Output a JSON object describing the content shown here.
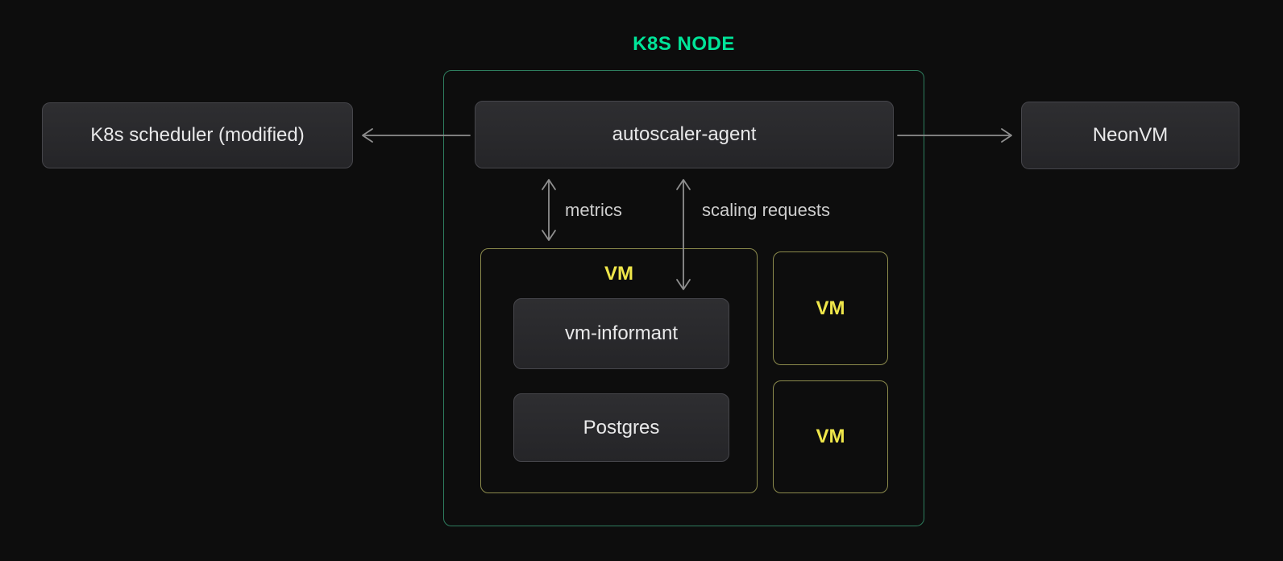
{
  "diagram": {
    "k8s_node": {
      "title": "K8S NODE",
      "autoscaler_label": "autoscaler-agent",
      "vm_main": {
        "label": "VM",
        "vm_informant_label": "vm-informant",
        "postgres_label": "Postgres"
      },
      "vm_top_label": "VM",
      "vm_bottom_label": "VM"
    },
    "scheduler_label": "K8s scheduler (modified)",
    "neonvm_label": "NeonVM",
    "edges": {
      "metrics_label": "metrics",
      "scaling_label": "scaling requests"
    },
    "colors": {
      "background": "#0d0d0d",
      "title_green": "#00e599",
      "container_border_green": "#2e7d5e",
      "vm_border_olive": "#8b8a4c",
      "vm_label_yellow": "#efe64a",
      "node_box_fill": "#29292c",
      "node_box_border": "#46464b",
      "node_text": "#e9e9ea",
      "arrow_gray": "#8f8f8f",
      "edge_label_gray": "#cecece"
    }
  }
}
